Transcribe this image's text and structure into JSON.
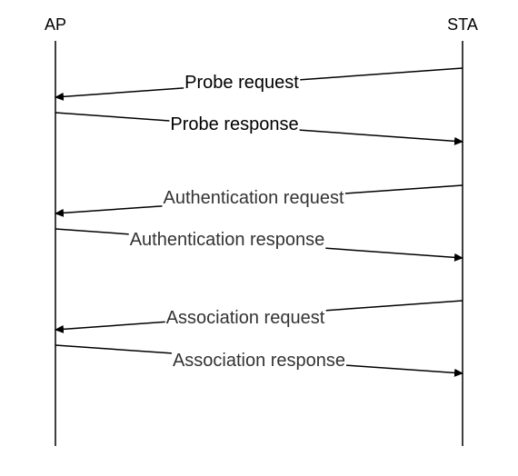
{
  "participants": {
    "left": "AP",
    "right": "STA"
  },
  "messages": [
    {
      "label": "Probe request",
      "direction": "to-left",
      "color": "#000000"
    },
    {
      "label": "Probe response",
      "direction": "to-right",
      "color": "#000000"
    },
    {
      "label": "Authentication request",
      "direction": "to-left",
      "color": "#333333"
    },
    {
      "label": "Authentication response",
      "direction": "to-right",
      "color": "#333333"
    },
    {
      "label": "Association request",
      "direction": "to-left",
      "color": "#333333"
    },
    {
      "label": "Association response",
      "direction": "to-right",
      "color": "#333333"
    }
  ]
}
